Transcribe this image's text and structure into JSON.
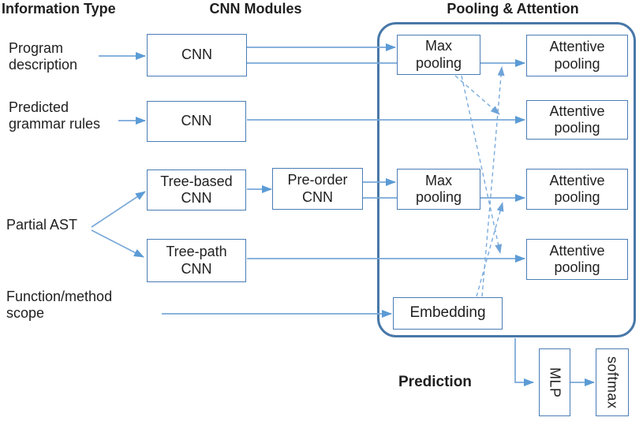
{
  "figure": {
    "headers": {
      "information_type": "Information Type",
      "cnn_modules": "CNN Modules",
      "pooling_attention": "Pooling & Attention",
      "prediction": "Prediction"
    },
    "inputs": [
      {
        "id": "program-description",
        "label": "Program\ndescription"
      },
      {
        "id": "predicted-grammar-rules",
        "label": "Predicted\ngrammar rules"
      },
      {
        "id": "partial-ast",
        "label": "Partial AST"
      },
      {
        "id": "function-method-scope",
        "label": "Function/method\nscope"
      }
    ],
    "nodes": [
      {
        "id": "cnn-description",
        "label": "CNN"
      },
      {
        "id": "cnn-grammar",
        "label": "CNN"
      },
      {
        "id": "tree-based-cnn",
        "label": "Tree-based\nCNN"
      },
      {
        "id": "pre-order-cnn",
        "label": "Pre-order\nCNN"
      },
      {
        "id": "tree-path-cnn",
        "label": "Tree-path\nCNN"
      },
      {
        "id": "max-pooling-1",
        "label": "Max\npooling"
      },
      {
        "id": "max-pooling-2",
        "label": "Max\npooling"
      },
      {
        "id": "embedding",
        "label": "Embedding"
      },
      {
        "id": "attentive-pooling-1",
        "label": "Attentive\npooling"
      },
      {
        "id": "attentive-pooling-2",
        "label": "Attentive\npooling"
      },
      {
        "id": "attentive-pooling-3",
        "label": "Attentive\npooling"
      },
      {
        "id": "attentive-pooling-4",
        "label": "Attentive\npooling"
      },
      {
        "id": "mlp",
        "label": "MLP"
      },
      {
        "id": "softmax",
        "label": "softmax"
      }
    ],
    "colors": {
      "box_border": "#4a7cb5",
      "container_border": "#4878a8",
      "arrow_line": "#78a8d8",
      "arrowhead": "#5b9bd5",
      "dashed_arrow": "#7aabdc",
      "text": "#1f1f1f"
    }
  }
}
